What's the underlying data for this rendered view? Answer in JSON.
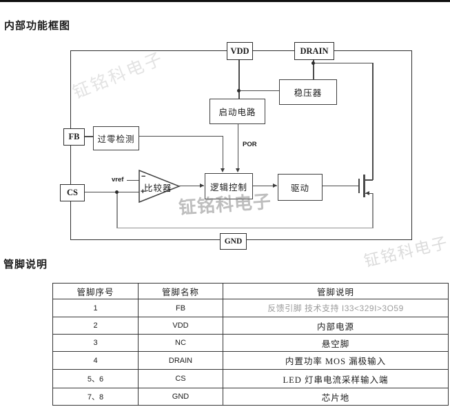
{
  "page": {
    "title_block_diagram": "内部功能框图",
    "title_pin_desc": "管脚说明"
  },
  "watermark": {
    "text": "钲铭科电子"
  },
  "colors": {
    "wire": "#4a4a4a",
    "sense_wire_gray": "#8e8e8e",
    "chip_border": "#2b2b2b",
    "table_gray_text": "#9c9c9c",
    "watermark_light": "#e3e3e3"
  },
  "diagram": {
    "pins": {
      "vdd": "VDD",
      "drain": "DRAIN",
      "fb": "FB",
      "cs": "CS",
      "gnd": "GND"
    },
    "blocks": {
      "regulator": "稳压器",
      "startup": "启动电路",
      "zero_cross": "过零检测",
      "logic": "逻辑控制",
      "driver": "驱动",
      "comparator": "比较器"
    },
    "signals": {
      "por": "POR",
      "vref": "vref",
      "minus": "−",
      "plus": "+"
    }
  },
  "pin_table": {
    "headers": [
      "管脚序号",
      "管脚名称",
      "管脚说明"
    ],
    "rows": [
      {
        "no": "1",
        "name": "FB",
        "desc": "反馈引脚  技术支持 I33<329I>3O59"
      },
      {
        "no": "2",
        "name": "VDD",
        "desc": "内部电源"
      },
      {
        "no": "3",
        "name": "NC",
        "desc": "悬空脚"
      },
      {
        "no": "4",
        "name": "DRAIN",
        "desc": "内置功率 MOS 漏极输入"
      },
      {
        "no": "5、6",
        "name": "CS",
        "desc": "LED 灯串电流采样输入端"
      },
      {
        "no": "7、8",
        "name": "GND",
        "desc": "芯片地"
      }
    ]
  }
}
